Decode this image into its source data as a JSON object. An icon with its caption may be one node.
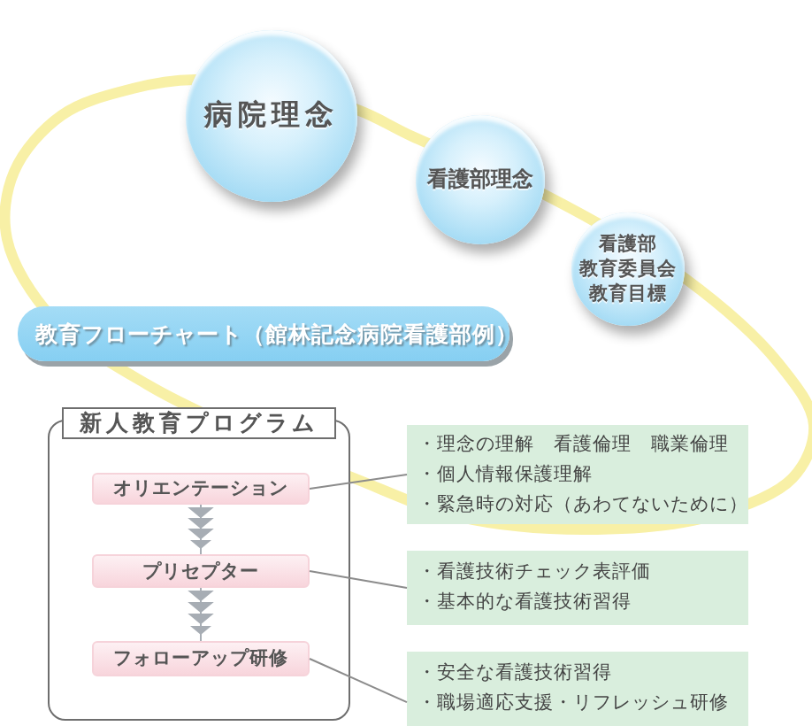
{
  "diagram": {
    "title": "教育フローチャート（館林記念病院看護部例）",
    "nodes": [
      {
        "text": [
          "病院理念"
        ]
      },
      {
        "text": [
          "看護部理念"
        ]
      },
      {
        "text": [
          "看護部",
          "教育委員会",
          "教育目標"
        ]
      },
      {
        "text": [
          "新人教育プログラム"
        ]
      },
      {
        "text": [
          "オリエンテーション"
        ],
        "in": 3
      },
      {
        "text": [
          "プリセプター"
        ],
        "in": 3
      },
      {
        "text": [
          "フォローアップ研修"
        ],
        "in": 3
      },
      {
        "text": [
          "・理念の理解　看護倫理　職業倫理",
          "・個人情報保護理解",
          "・緊急時の対応（あわてないために）"
        ]
      },
      {
        "text": [
          "・看護技術チェック表評価",
          "・基本的な看護技術習得"
        ]
      },
      {
        "text": [
          "・安全な看護技術習得",
          "・職場適応支援・リフレッシュ研修"
        ]
      }
    ],
    "edges": [
      {
        "from": 4,
        "to": 5,
        "arrow": "to"
      },
      {
        "from": 5,
        "to": 6,
        "arrow": "to"
      },
      {
        "from": 4,
        "to": 7,
        "arrow": "none"
      },
      {
        "from": 5,
        "to": 8,
        "arrow": "none"
      },
      {
        "from": 6,
        "to": 9,
        "arrow": "none"
      }
    ]
  }
}
